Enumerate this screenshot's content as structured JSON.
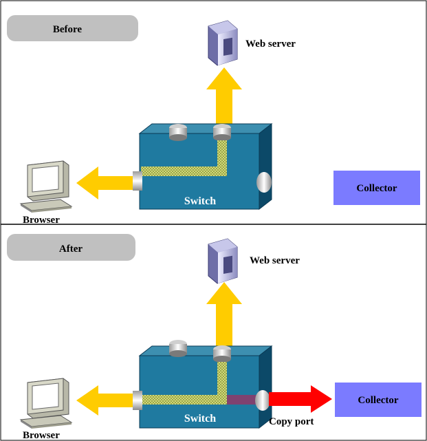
{
  "before": {
    "badge": "Before",
    "server_label": "Web server",
    "switch_label": "Switch",
    "client_label": "Browser",
    "collector_label": "Collector"
  },
  "after": {
    "badge": "After",
    "server_label": "Web server",
    "switch_label": "Switch",
    "client_label": "Browser",
    "collector_label": "Collector",
    "port_label": "Copy port"
  },
  "colors": {
    "badge": "#c0c0c0",
    "switch_front": "#1f7aa0",
    "switch_top": "#3d8fb0",
    "switch_side": "#0c4968",
    "traffic_arrow": "#ffcc00",
    "copy_arrow": "#ff0000",
    "collector": "#7b7bff",
    "path": "#b3bd55"
  }
}
